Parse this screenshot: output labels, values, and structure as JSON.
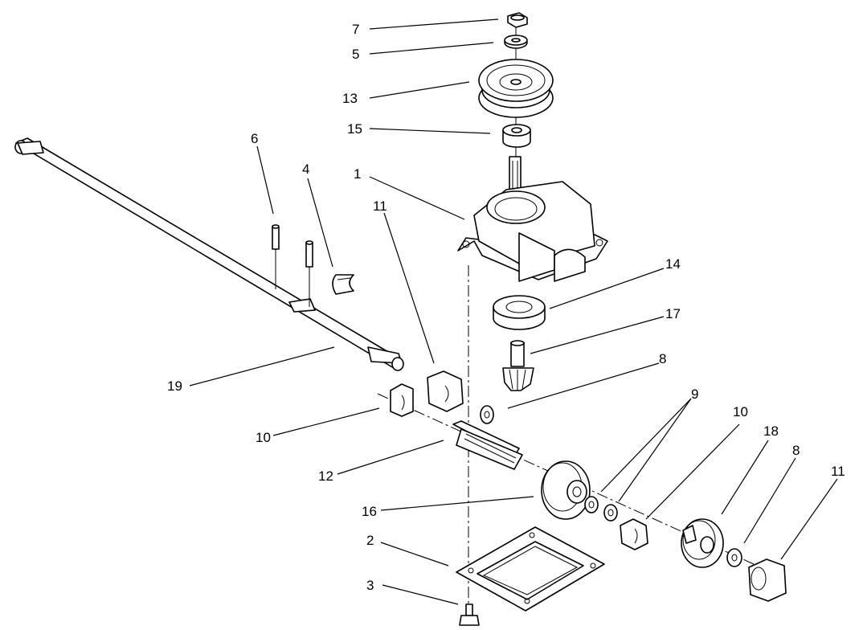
{
  "callouts": {
    "c7": "7",
    "c5": "5",
    "c13": "13",
    "c15": "15",
    "c1": "1",
    "c6": "6",
    "c4": "4",
    "c11a": "11",
    "c14": "14",
    "c17": "17",
    "c19": "19",
    "c8a": "8",
    "c9": "9",
    "c10a": "10",
    "c10b": "10",
    "c18": "18",
    "c8b": "8",
    "c11b": "11",
    "c12": "12",
    "c16": "16",
    "c2": "2",
    "c3": "3"
  }
}
